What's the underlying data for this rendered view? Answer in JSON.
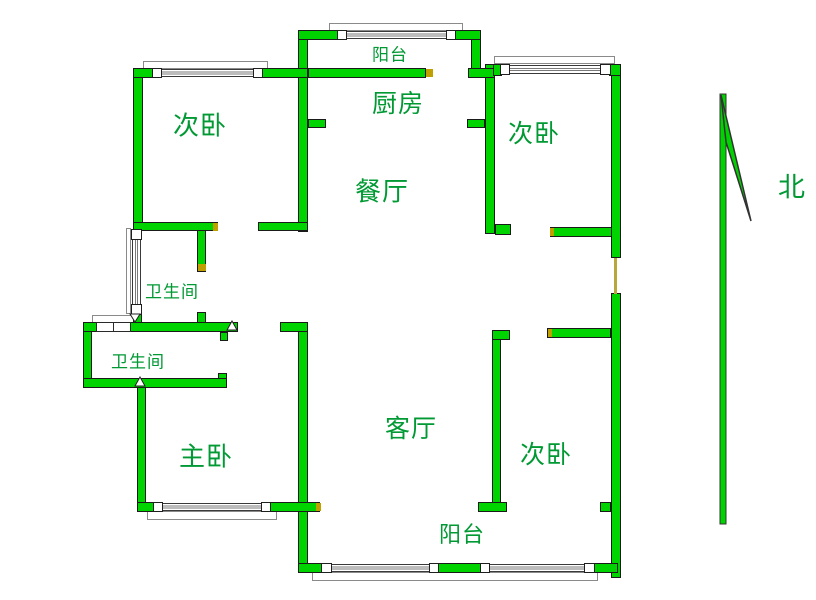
{
  "floorplan": {
    "rooms": {
      "bedroom_top_left": {
        "label": "次卧"
      },
      "balcony_top": {
        "label": "阳台"
      },
      "kitchen": {
        "label": "厨房"
      },
      "bedroom_top_right": {
        "label": "次卧"
      },
      "dining_room": {
        "label": "餐厅"
      },
      "bathroom_upper": {
        "label": "卫生间"
      },
      "bathroom_lower": {
        "label": "卫生间"
      },
      "master_bedroom": {
        "label": "主卧"
      },
      "living_room": {
        "label": "客厅"
      },
      "bedroom_bottom_right": {
        "label": "次卧"
      },
      "balcony_bottom": {
        "label": "阳台"
      }
    },
    "compass": {
      "north_label": "北"
    },
    "colors": {
      "wall": "#00d400",
      "label_text": "#009933",
      "opening_accent": "#c0a000",
      "window_line": "#7a7a7a"
    }
  }
}
